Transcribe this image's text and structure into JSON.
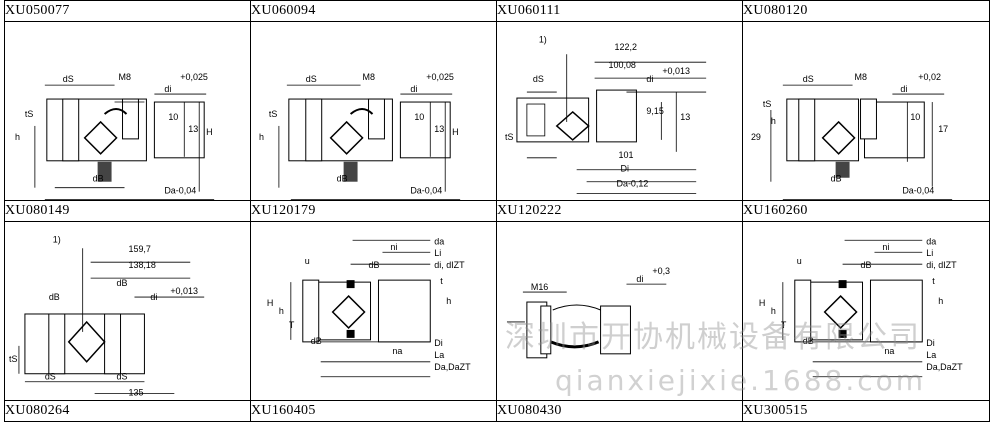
{
  "rows": [
    [
      "XU050077",
      "XU060094",
      "XU060111",
      "XU080120"
    ],
    [
      "XU080149",
      "XU120179",
      "XU120222",
      "XU160260"
    ],
    [
      "XU080264",
      "XU160405",
      "XU080430",
      "XU300515"
    ]
  ],
  "drawings": {
    "d0": [
      "M8",
      "dS",
      "di",
      "+0,025",
      "10",
      "13",
      "H",
      "h",
      "tS",
      "dB",
      "Da-0,04"
    ],
    "d1": [
      "M8",
      "dS",
      "di",
      "+0,025",
      "10",
      "13",
      "H",
      "h",
      "tS",
      "dB",
      "Da-0,04"
    ],
    "d2": [
      "1)",
      "122,2",
      "100,08",
      "dS",
      "di",
      "+0,013",
      "9,15",
      "13",
      "tS",
      "101",
      "Di",
      "Da-0,12"
    ],
    "d3": [
      "M8",
      "dS",
      "di",
      "+0,02",
      "10",
      "17",
      "29",
      "h",
      "tS",
      "dB",
      "Da-0,04"
    ],
    "d4": [
      "1)",
      "159,7",
      "138,18",
      "dB",
      "dB",
      "di",
      "+0,013",
      "tS",
      "dS",
      "dS",
      "135"
    ],
    "d5": [
      "u",
      "dB",
      "ni",
      "da",
      "Li",
      "di, dIZT",
      "t",
      "h",
      "H",
      "h",
      "T",
      "dB",
      "na",
      "Di",
      "La",
      "Da,DaZT"
    ],
    "d6": [
      "M16",
      "di",
      "+0,3"
    ],
    "d7": [
      "u",
      "dB",
      "ni",
      "da",
      "Li",
      "di, dIZT",
      "t",
      "h",
      "H",
      "h",
      "T",
      "dB",
      "na",
      "Di",
      "La",
      "Da,DaZT"
    ]
  },
  "watermark": {
    "line1": "深圳市开协机械设备有限公司",
    "line2": "qianxiejixie.1688.com"
  }
}
